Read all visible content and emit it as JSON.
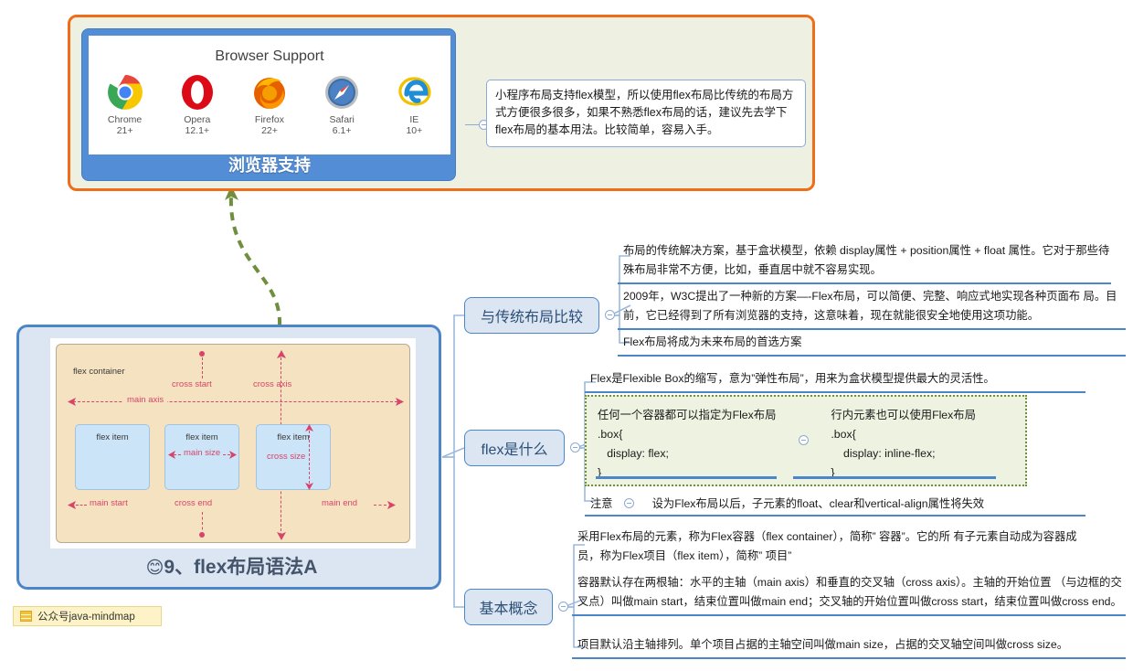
{
  "browser_support": {
    "title": "Browser Support",
    "node_label": "浏览器支持",
    "browsers": [
      {
        "icon": "chrome-icon",
        "name": "Chrome",
        "version": "21+"
      },
      {
        "icon": "opera-icon",
        "name": "Opera",
        "version": "12.1+"
      },
      {
        "icon": "firefox-icon",
        "name": "Firefox",
        "version": "22+"
      },
      {
        "icon": "safari-icon",
        "name": "Safari",
        "version": "6.1+"
      },
      {
        "icon": "ie-icon",
        "name": "IE",
        "version": "10+"
      }
    ],
    "note": "小程序布局支持flex模型，所以使用flex布局比传统的布局方式方便很多很多，如果不熟悉flex布局的话，建议先去学下flex布局的基本用法。比较简单，容易入手。"
  },
  "main_node": {
    "title": "9、flex布局语法A",
    "emoji": "😊",
    "diagram": {
      "container_label": "flex container",
      "cross_start": "cross start",
      "cross_axis": "cross axis",
      "main_axis": "main axis",
      "main_start": "main start",
      "cross_end": "cross end",
      "main_end": "main end",
      "main_size": "main size",
      "cross_size": "cross size",
      "items": [
        "flex item",
        "flex item",
        "flex item"
      ]
    }
  },
  "badge": {
    "label": "公众号java-mindmap",
    "icon": "list-icon"
  },
  "branches": [
    {
      "label": "与传统布局比较",
      "leaves": [
        "布局的传统解决方案，基于盒状模型，依赖 display属性 + position属性 + float\n属性。它对于那些待殊布局非常不方便，比如，垂直居中就不容易实现。",
        "2009年，W3C提出了一种新的方案—-Flex布局，可以简便、完整、响应式地实现各种页面布\n局。目前，它已经得到了所有浏览器的支持，这意味着，现在就能很安全地使用这项功能。",
        "Flex布局将成为未来布局的首选方案"
      ]
    },
    {
      "label": "flex是什么",
      "leaves": [
        "Flex是Flexible Box的缩写，意为”弹性布局”，用来为盒状模型提供最大的灵活性。"
      ],
      "code_left": "任何一个容器都可以指定为Flex布局\n.box{\n   display: flex;\n}",
      "code_right": "行内元素也可以使用Flex布局\n.box{\n    display: inline-flex;\n}",
      "note_label": "注意",
      "note_text": "设为Flex布局以后，子元素的float、clear和vertical-align属性将失效"
    },
    {
      "label": "基本概念",
      "leaves": [
        "采用Flex布局的元素，称为Flex容器（flex container），简称” 容器”。它的所\n有子元素自动成为容器成员，称为Flex项目（flex item），简称” 项目”",
        "容器默认存在两根轴：水平的主轴（main axis）和垂直的交叉轴（cross axis）。主轴的开始位置\n（与边框的交叉点）叫做main start，结束位置叫做main end；交叉轴的开始位置叫做cross\nstart，结束位置叫做cross end。",
        "项目默认沿主轴排列。单个项目占据的主轴空间叫做main size，占据的交叉轴空间叫做cross size。"
      ]
    }
  ],
  "colors": {
    "orange_border": "#ef6c18",
    "blue_node": "#538dd5",
    "branch_fill": "#dce6f2",
    "branch_border": "#4a86c8",
    "code_border": "#6f8f3f",
    "diagram_bg": "#f5e2c0",
    "item_bg": "#cce4f7",
    "connector_green": "#6f8f3f",
    "badge_bg": "#fdf3c6"
  }
}
